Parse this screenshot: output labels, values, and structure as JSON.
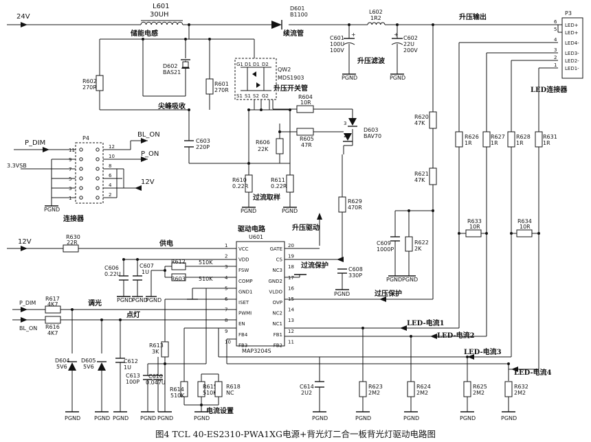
{
  "nets": {
    "v24": "24V",
    "v12_in": "12V",
    "v12_conn": "12V",
    "p_dim_conn": "P_DIM",
    "p_on_conn": "P_ON",
    "bl_on_conn": "BL_ON",
    "p_dim_in": "P_DIM",
    "bl_on_in": "BL_ON",
    "vsb": "3.3VSB",
    "pgnd": "PGND"
  },
  "labels": {
    "inductor": "储能电感",
    "catch_diode": "续流管",
    "boost_output": "升压输出",
    "boost_filter": "升压滤波",
    "snubber": "尖峰吸收",
    "boost_switch": "升压开关管",
    "oc_sense": "过流取样",
    "boost_drive": "升压驱动",
    "driver_circuit": "驱动电路",
    "supply": "供电",
    "dimming": "调光",
    "enable": "点灯",
    "oc_protect": "过流保护",
    "ov_protect": "过压保护",
    "led_i1": "LED-电流1",
    "led_i2": "LED-电流2",
    "led_i3": "LED-电流3",
    "led_i4": "LED-电流4",
    "current_set": "电流设置",
    "connector": "连接器",
    "led_connector": "LED连接器"
  },
  "components": {
    "L601": {
      "ref": "L601",
      "value": "30UH"
    },
    "D601": {
      "ref": "D601",
      "value": "B1100"
    },
    "L602": {
      "ref": "L602",
      "value": "1R2"
    },
    "C601": {
      "ref": "C601",
      "value": "100U",
      "value2": "100V"
    },
    "C602": {
      "ref": "C602",
      "value": "22U",
      "value2": "200V"
    },
    "D602": {
      "ref": "D602",
      "value": "BAS21"
    },
    "R602": {
      "ref": "R602",
      "value": "270R"
    },
    "R601": {
      "ref": "R601",
      "value": "270R"
    },
    "QW2": {
      "ref": "QW2",
      "value": "MDS1903"
    },
    "R604": {
      "ref": "R604",
      "value": "10R"
    },
    "R605": {
      "ref": "R605",
      "value": "47R"
    },
    "R606": {
      "ref": "R606",
      "value": "22K"
    },
    "D603": {
      "ref": "D603",
      "value": "BAV70"
    },
    "C603": {
      "ref": "C603",
      "value": "220P"
    },
    "R610": {
      "ref": "R610",
      "value": "0.22R"
    },
    "R611": {
      "ref": "R611",
      "value": "0.22R"
    },
    "R629": {
      "ref": "R629",
      "value": "470R"
    },
    "R620": {
      "ref": "R620",
      "value": "47K"
    },
    "R621": {
      "ref": "R621",
      "value": "47K"
    },
    "R626": {
      "ref": "R626",
      "value": "1R"
    },
    "R627": {
      "ref": "R627",
      "value": "1R"
    },
    "R628": {
      "ref": "R628",
      "value": "1R"
    },
    "R631": {
      "ref": "R631",
      "value": "1R"
    },
    "R633": {
      "ref": "R633",
      "value": "10R"
    },
    "R634": {
      "ref": "R634",
      "value": "10R"
    },
    "C609": {
      "ref": "C609",
      "value": "1000P"
    },
    "R622": {
      "ref": "R622",
      "value": "2K"
    },
    "R630": {
      "ref": "R630",
      "value": "22R"
    },
    "C606": {
      "ref": "C606",
      "value": "0.22U"
    },
    "C607": {
      "ref": "C607",
      "value": "1U"
    },
    "R612": {
      "ref": "R612",
      "value": "510K"
    },
    "R603": {
      "ref": "R603",
      "value": "510K"
    },
    "C608": {
      "ref": "C608",
      "value": "330P"
    },
    "R617": {
      "ref": "R617",
      "value": "4K7"
    },
    "R616": {
      "ref": "R616",
      "value": "4K7"
    },
    "R613": {
      "ref": "R613",
      "value": "3K"
    },
    "D604": {
      "ref": "D604",
      "value": "5V6"
    },
    "D605": {
      "ref": "D605",
      "value": "5V6"
    },
    "C612": {
      "ref": "C612",
      "value": "1U"
    },
    "C613": {
      "ref": "C613",
      "value": "100P"
    },
    "C610": {
      "ref": "C610",
      "value": "0.047U"
    },
    "R614": {
      "ref": "R614",
      "value": "510K"
    },
    "R615": {
      "ref": "R615",
      "value": "510K"
    },
    "R618": {
      "ref": "R618",
      "value": "NC"
    },
    "C614": {
      "ref": "C614",
      "value": "2U2"
    },
    "R623": {
      "ref": "R623",
      "value": "2M2"
    },
    "R624": {
      "ref": "R624",
      "value": "2M2"
    },
    "R625": {
      "ref": "R625",
      "value": "2M2"
    },
    "R632": {
      "ref": "R632",
      "value": "2M2"
    }
  },
  "ic": {
    "ref": "U601",
    "part": "MAP3204S",
    "left_pins": [
      {
        "num": "1",
        "name": "VCC"
      },
      {
        "num": "2",
        "name": "VDD"
      },
      {
        "num": "3",
        "name": "FSW"
      },
      {
        "num": "4",
        "name": "COMP"
      },
      {
        "num": "5",
        "name": "GND1"
      },
      {
        "num": "6",
        "name": "ISET"
      },
      {
        "num": "7",
        "name": "PWMI"
      },
      {
        "num": "8",
        "name": "EN"
      },
      {
        "num": "9",
        "name": "FB4"
      },
      {
        "num": "10",
        "name": "FB3"
      }
    ],
    "right_pins": [
      {
        "num": "20",
        "name": "GATE"
      },
      {
        "num": "19",
        "name": "CS"
      },
      {
        "num": "18",
        "name": "NC3"
      },
      {
        "num": "17",
        "name": "GND2"
      },
      {
        "num": "16",
        "name": "VLDO"
      },
      {
        "num": "15",
        "name": "OVP"
      },
      {
        "num": "14",
        "name": "NC2"
      },
      {
        "num": "13",
        "name": "NC1"
      },
      {
        "num": "12",
        "name": "FB1"
      },
      {
        "num": "11",
        "name": "FB2"
      }
    ]
  },
  "p4": {
    "ref": "P4",
    "rows": [
      {
        "left": "11",
        "right": "12"
      },
      {
        "left": "9",
        "right": "10"
      },
      {
        "left": "7",
        "right": "8"
      },
      {
        "left": "5",
        "right": "6"
      },
      {
        "left": "3",
        "right": "4"
      },
      {
        "left": "1",
        "right": "2"
      }
    ]
  },
  "p3": {
    "ref": "P3",
    "pins": [
      {
        "num": "6",
        "name": "LED+"
      },
      {
        "num": "5",
        "name": "LED+"
      },
      {
        "num": "4",
        "name": "LED4-"
      },
      {
        "num": "3",
        "name": "LED3-"
      },
      {
        "num": "2",
        "name": "LED2-"
      },
      {
        "num": "1",
        "name": "LED1-"
      }
    ]
  },
  "qw2_pins": {
    "top": [
      "G1",
      "D1",
      "D1",
      "D2"
    ],
    "bottom": [
      "S1",
      "S1",
      "S2",
      "G2"
    ]
  },
  "caption": "图4 TCL 40-ES2310-PWA1XG电源+背光灯二合一板背光灯驱动电路图"
}
